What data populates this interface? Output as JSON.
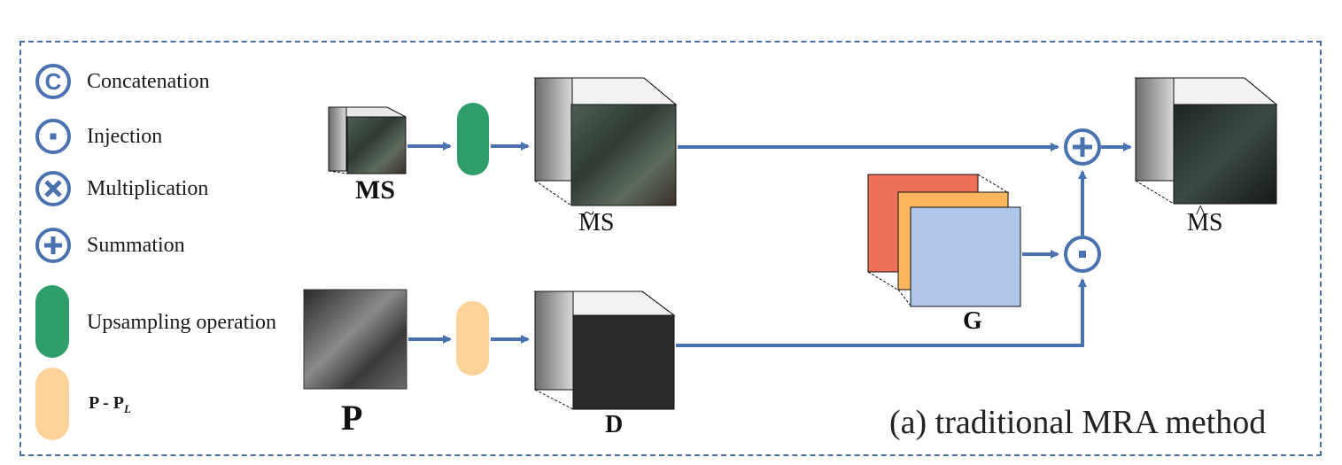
{
  "legend": {
    "concatenation": {
      "symbol": "C",
      "label": "Concatenation"
    },
    "injection": {
      "symbol": "·",
      "label": "Injection"
    },
    "multiplication": {
      "symbol": "×",
      "label": "Multiplication"
    },
    "summation": {
      "symbol": "+",
      "label": "Summation"
    },
    "upsampling": {
      "label": "Upsampling operation"
    },
    "p_minus_pl": {
      "label": "P - P",
      "subscript": "L"
    }
  },
  "nodes": {
    "ms_input": "MS",
    "ms_upsampled": "MS",
    "ms_fused": "MS",
    "pan": "P",
    "detail": "D",
    "gain": "G"
  },
  "caption": "(a) traditional MRA method",
  "colors": {
    "border": "#4a6fa5",
    "arrow": "#4a72b0",
    "operator": "#4a72b0",
    "upsampling_pill": "#2f9e6a",
    "pl_pill": "#fdd39a",
    "gain_red": "#ef7058",
    "gain_orange": "#fbb55c",
    "gain_blue": "#aec6e8"
  }
}
